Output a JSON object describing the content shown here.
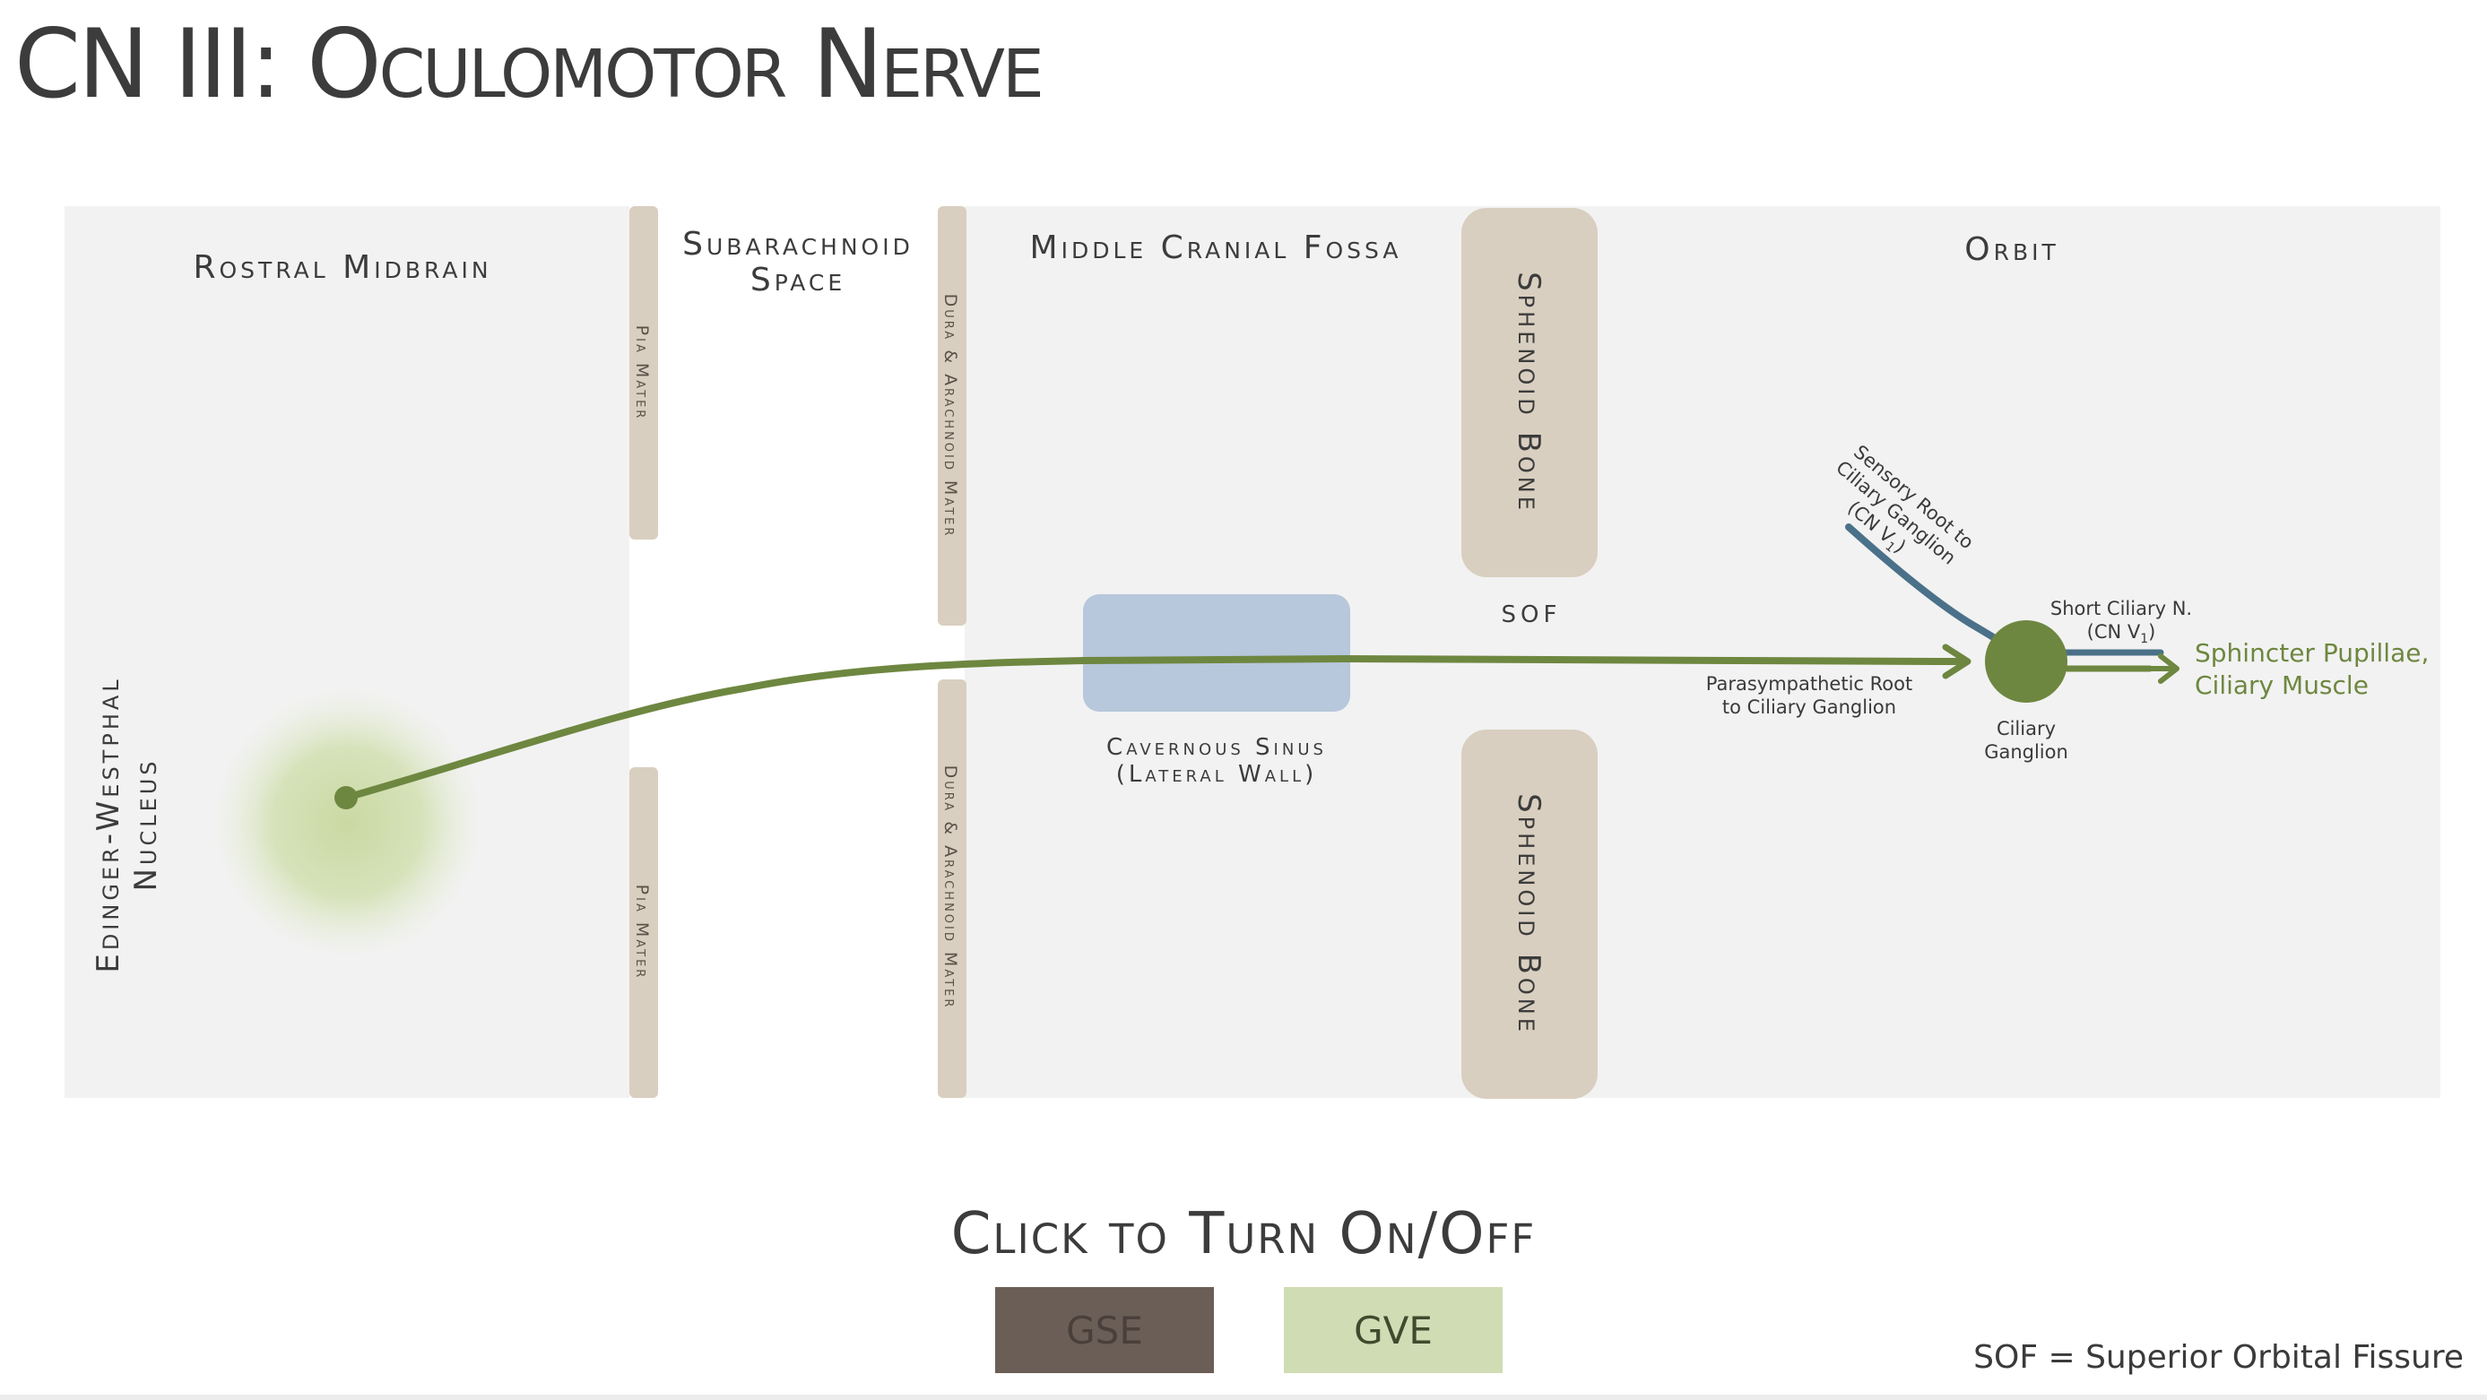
{
  "title": "CN III: Oculomotor Nerve",
  "regions": {
    "rostral_midbrain": "Rostral Midbrain",
    "subarachnoid_line1": "Subarachnoid",
    "subarachnoid_line2": "Space",
    "middle_cranial_fossa": "Middle Cranial Fossa",
    "orbit": "Orbit",
    "sof": "SOF"
  },
  "structures": {
    "pia_mater": "Pia Mater",
    "dura_arachnoid": "Dura & Arachnoid Mater",
    "sphenoid_bone": "Sphenoid Bone",
    "cavernous_sinus_line1": "Cavernous Sinus",
    "cavernous_sinus_line2": "(Lateral Wall)",
    "nucleus_line1": "Edinger-Westphal",
    "nucleus_line2": "Nucleus",
    "ciliary_ganglion_line1": "Ciliary",
    "ciliary_ganglion_line2": "Ganglion"
  },
  "labels": {
    "parasympathetic_root_line1": "Parasympathetic Root",
    "parasympathetic_root_line2": "to Ciliary Ganglion",
    "sensory_root_line1": "Sensory Root to",
    "sensory_root_line2": "Ciliary Ganglion",
    "sensory_root_line3": "(CN V",
    "short_ciliary_line1": "Short Ciliary N.",
    "short_ciliary_line2": "(CN V",
    "subscript_one": "1",
    "close_paren": ")",
    "target_line1": "Sphincter Pupillae,",
    "target_line2": "Ciliary Muscle"
  },
  "controls": {
    "toggle_title": "Click to Turn On/Off",
    "gse_label": "GSE",
    "gve_label": "GVE"
  },
  "footnote": "SOF = Superior Orbital Fissure",
  "colors": {
    "gve_pathway": "#6e8740",
    "sensory_pathway": "#4a7189",
    "bone_membrane": "#d9cfc0",
    "sinus": "#b7c7dc",
    "region_bg": "#f2f2f2",
    "gse_button": "#6b5e56",
    "gve_button": "#d0dcb4"
  }
}
